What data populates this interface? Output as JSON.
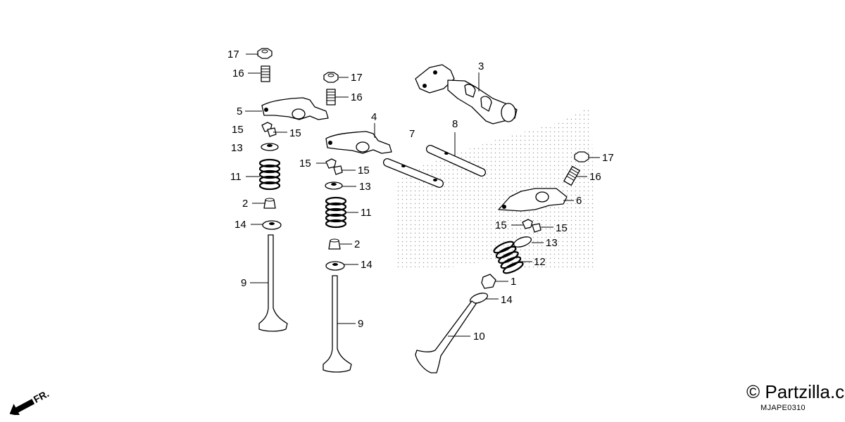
{
  "watermark": "© Partzilla.c",
  "diagram_code": "MJAPE0310",
  "front_indicator": "FR.",
  "callouts": [
    "1",
    "2",
    "3",
    "4",
    "5",
    "6",
    "7",
    "8",
    "9",
    "10",
    "11",
    "12",
    "13",
    "14",
    "15",
    "16",
    "17"
  ]
}
